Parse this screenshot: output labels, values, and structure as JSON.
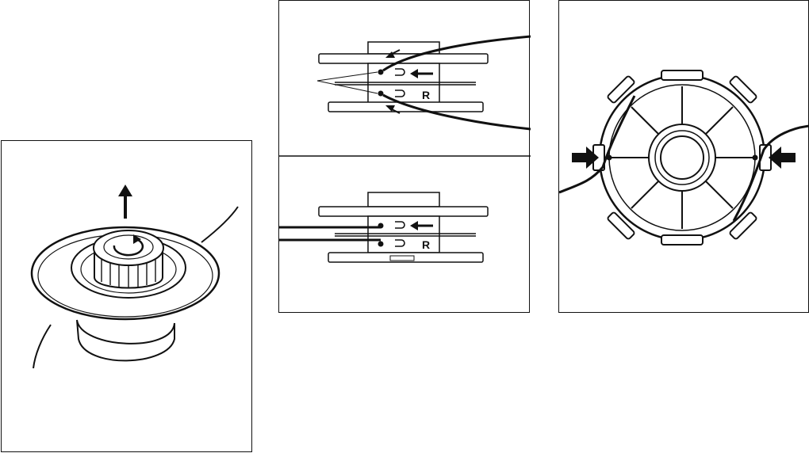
{
  "figures": [
    {
      "id": "trimmer-head-knob",
      "label": ""
    },
    {
      "id": "spool-line-threading",
      "labels": {
        "right_marker_top": "R",
        "right_marker_bottom": "R"
      }
    },
    {
      "id": "spool-top-view",
      "label": ""
    }
  ],
  "colors": {
    "line": "#111111",
    "background": "#ffffff"
  }
}
